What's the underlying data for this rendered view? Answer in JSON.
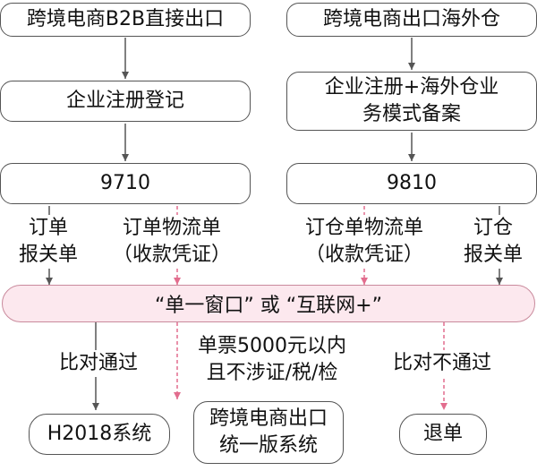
{
  "colors": {
    "line": "#555555",
    "dashed_line": "#e26d8e",
    "window_fill": "#fce8ee",
    "window_border": "#c98a9c"
  },
  "left_flow": {
    "top_box": "跨境电商B2B直接出口",
    "registration": "企业注册登记",
    "code": "9710",
    "label_left": [
      "订单",
      "报关单"
    ],
    "label_right": [
      "订单物流单",
      "（收款凭证）"
    ]
  },
  "right_flow": {
    "top_box": "跨境电商出口海外仓",
    "registration": [
      "企业注册+海外仓业",
      "务模式备案"
    ],
    "code": "9810",
    "label_left": [
      "订仓单物流单",
      "（收款凭证）"
    ],
    "label_right": [
      "订仓",
      "报关单"
    ]
  },
  "single_window": "“单一窗口” 或 “互联网+”",
  "outcomes": {
    "pass_label": "比对通过",
    "pass_target": "H2018系统",
    "small_label": [
      "单票5000元以内",
      "且不涉证/税/检"
    ],
    "small_target": [
      "跨境电商出口",
      "统一版系统"
    ],
    "fail_label": "比对不通过",
    "fail_target": "退单"
  }
}
